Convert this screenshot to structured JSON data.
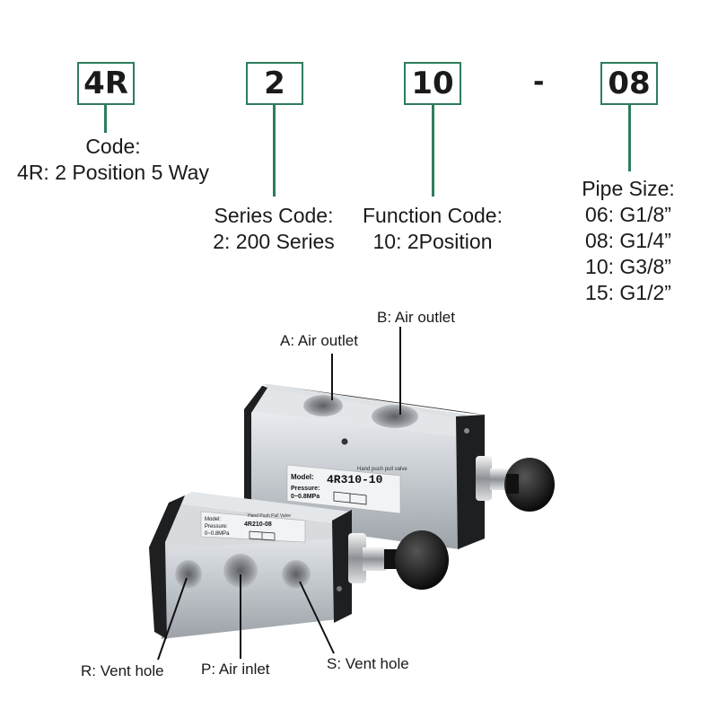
{
  "code": {
    "segments": [
      {
        "value": "4R",
        "title": "Code:",
        "lines": [
          "4R: 2 Position 5 Way"
        ]
      },
      {
        "value": "2",
        "title": "Series Code:",
        "lines": [
          "2: 200 Series"
        ]
      },
      {
        "value": "10",
        "title": "Function Code:",
        "lines": [
          "10: 2Position"
        ]
      },
      {
        "value": "08",
        "title": "Pipe Size:",
        "lines": [
          "06: G1/8”",
          "08: G1/4”",
          "10: G3/8”",
          "15: G1/2”"
        ]
      }
    ],
    "separator": "-"
  },
  "ports": {
    "a": "A: Air outlet",
    "b": "B: Air outlet",
    "r": "R: Vent hole",
    "p": "P: Air inlet",
    "s": "S: Vent hole"
  },
  "labels": {
    "back_valve": {
      "model": "Model:",
      "model_value": "4R310-10",
      "pressure": "Pressure:",
      "pressure_value": "0~0.8MPa",
      "header": "Hand push pull valve"
    },
    "front_valve": {
      "model": "Model:",
      "model_value": "4R210-08",
      "pressure": "Pressure:",
      "pressure_value": "0~0.8MPa",
      "header": "Hand Push Pull Valve"
    }
  },
  "colors": {
    "accent": "#2e7d5b",
    "body": "#c9cdd1",
    "endcap": "#1e1f21",
    "knob": "#111111"
  }
}
